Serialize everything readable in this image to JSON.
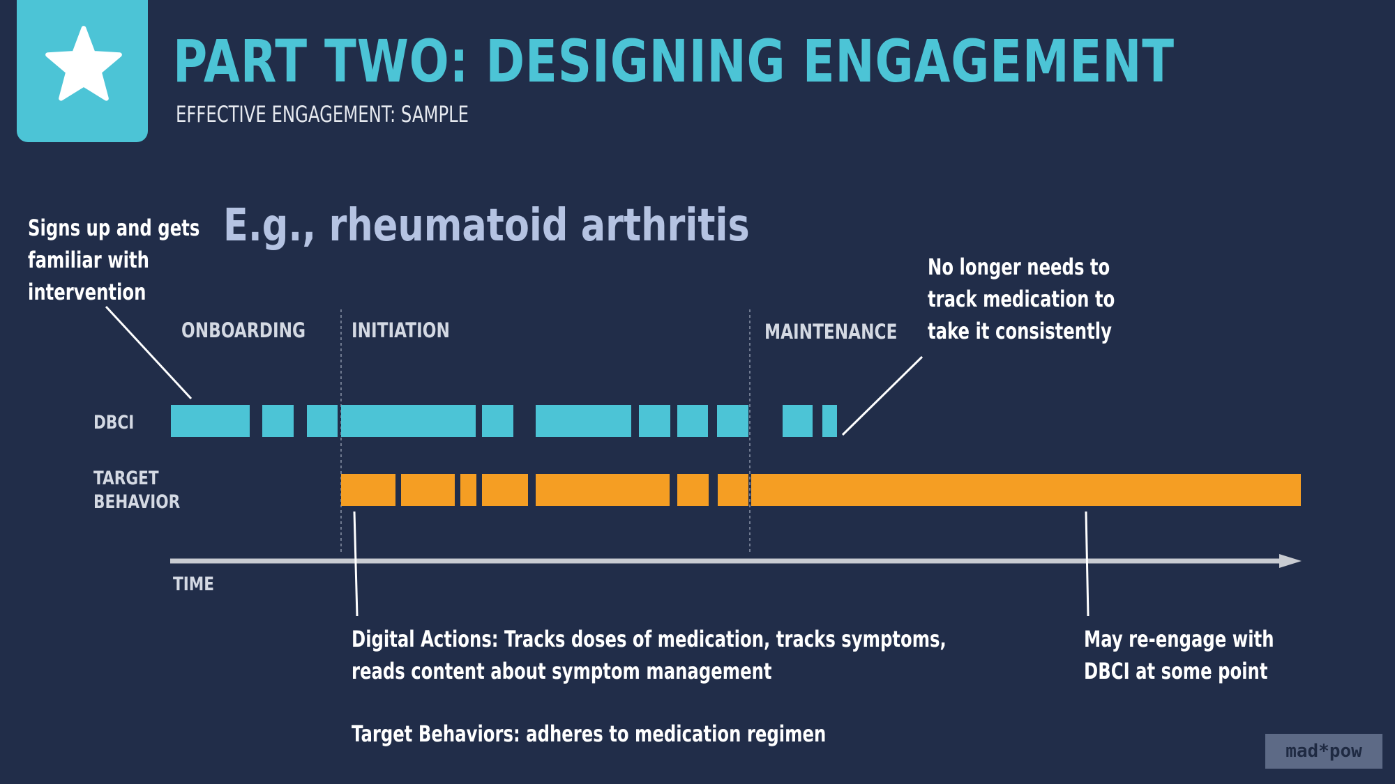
{
  "header": {
    "title": "PART TWO: DESIGNING ENGAGEMENT",
    "subtitle": "EFFECTIVE ENGAGEMENT: SAMPLE",
    "logo_icon": "star-icon"
  },
  "example_heading": "E.g., rheumatoid arthritis",
  "annotations": {
    "onboarding_note": "Signs up and gets\nfamiliar with\nintervention",
    "maintenance_note": "No longer needs to\ntrack medication to\ntake it consistently",
    "digital_actions": "Digital Actions: Tracks doses of medication, tracks symptoms,\nreads content about symptom management",
    "target_behaviors": "Target Behaviors: adheres to medication regimen",
    "reengage_note": "May re-engage with\nDBCI at some point"
  },
  "phases": [
    "ONBOARDING",
    "INITIATION",
    "MAINTENANCE"
  ],
  "rows": {
    "dbci": "DBCI",
    "target": "TARGET\nBEHAVIOR"
  },
  "axis_label": "TIME",
  "colors": {
    "background": "#212d49",
    "accent": "#4cc4d6",
    "target": "#f59e23",
    "axis": "#c9ccd2"
  },
  "footer": {
    "brand": "mad*pow"
  }
}
